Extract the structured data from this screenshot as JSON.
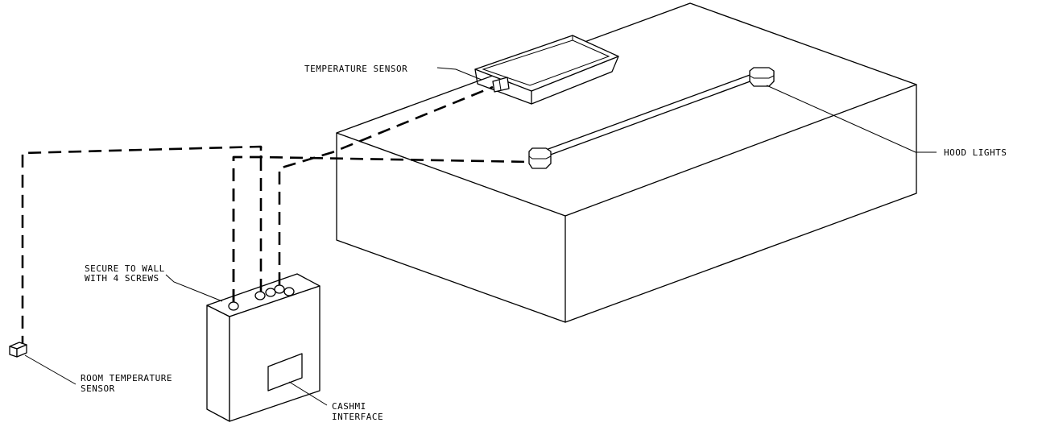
{
  "labels": {
    "temperature_sensor": "TEMPERATURE SENSOR",
    "hood_lights": "HOOD LIGHTS",
    "secure_line1": "SECURE TO WALL",
    "secure_line2": "WITH 4 SCREWS",
    "room_line1": "ROOM TEMPERATURE",
    "room_line2": "SENSOR",
    "cashmi_line1": "CASHMI",
    "cashmi_line2": "INTERFACE"
  }
}
